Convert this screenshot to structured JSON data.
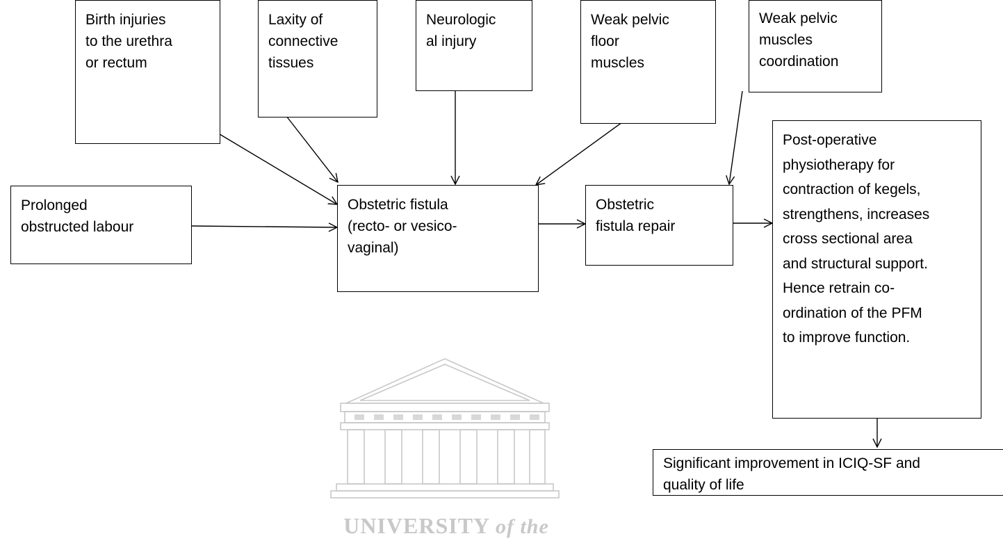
{
  "boxes": {
    "birth_injuries": "Birth injuries\nto the urethra\nor rectum",
    "laxity": "Laxity of\nconnective\ntissues",
    "neurological": "Neurologic\nal injury",
    "weak_floor": "Weak pelvic\nfloor\nmuscles",
    "weak_coordination": "Weak pelvic\nmuscles\ncoordination",
    "prolonged_labour": "Prolonged\nobstructed labour",
    "obstetric_fistula": "Obstetric fistula\n(recto- or vesico-\nvaginal)",
    "fistula_repair": "Obstetric\nfistula repair",
    "physiotherapy": "Post-operative\nphysiotherapy for\ncontraction of kegels,\nstrengthens, increases\ncross sectional area\nand structural support.\nHence retrain co-\nordination of the PFM\nto improve function.",
    "outcome": "Significant improvement in ICIQ-SF and\nquality of life"
  },
  "watermark": {
    "word": "UNIVERSITY",
    "suffix": "of the"
  },
  "colors": {
    "line": "#000000",
    "watermark": "#c8c8c8"
  }
}
